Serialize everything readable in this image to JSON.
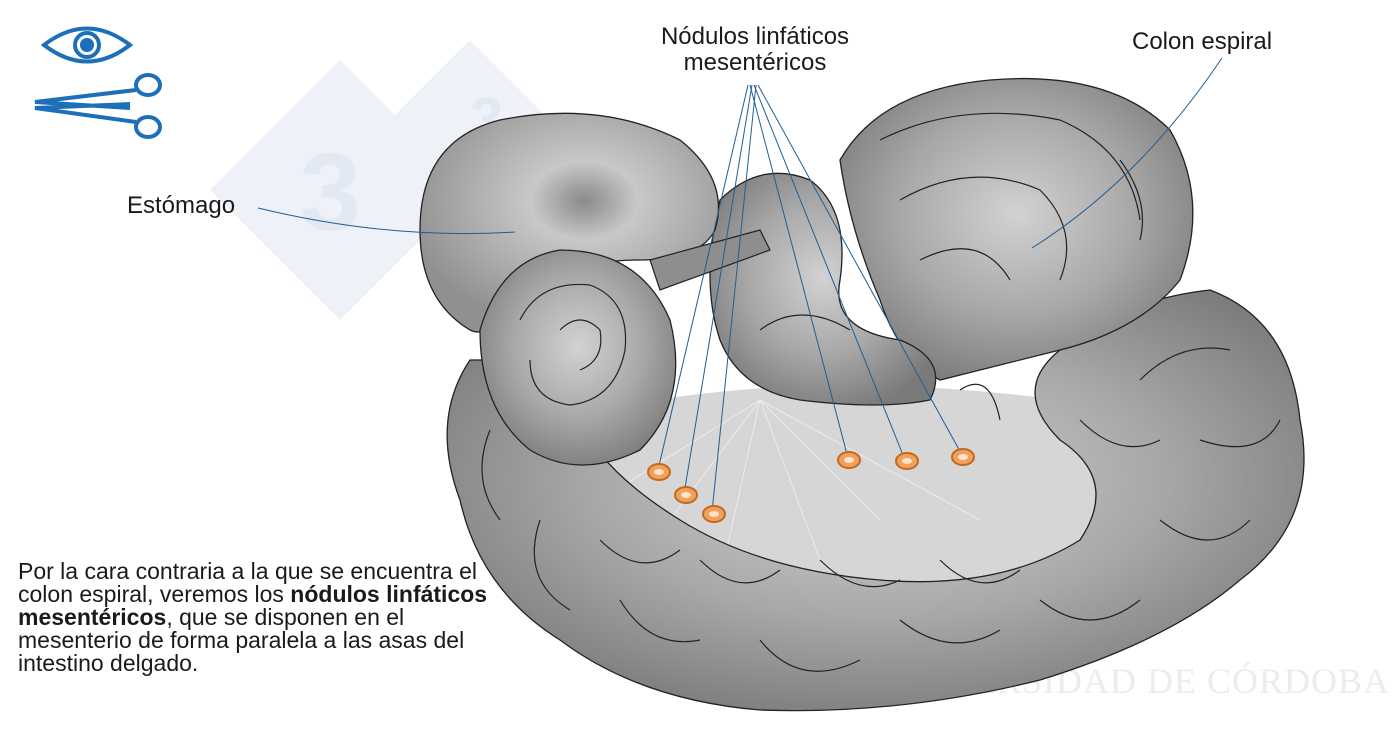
{
  "labels": {
    "stomach": "Estómago",
    "nodes_line1": "Nódulos linfáticos",
    "nodes_line2": "mesentéricos",
    "spiral_colon": "Colon espiral"
  },
  "description": {
    "part1": "Por la cara contraria a la que se encuentra el colon espiral, veremos los ",
    "bold": "nódulos linfáticos mesentéricos",
    "part2": ", que se disponen en el mesenterio de forma paralela a las asas del intestino delgado."
  },
  "watermark": "UNIVERSIDAD DE CÓRDOBA",
  "icons": [
    "eye-icon",
    "scissors-icon"
  ],
  "colors": {
    "accent": "#1d6fb8",
    "leader_line": "#1f5f95",
    "node_fill": "#f2a15a",
    "organ": "#a4a4a4",
    "mesentery": "#d6d6d6"
  }
}
